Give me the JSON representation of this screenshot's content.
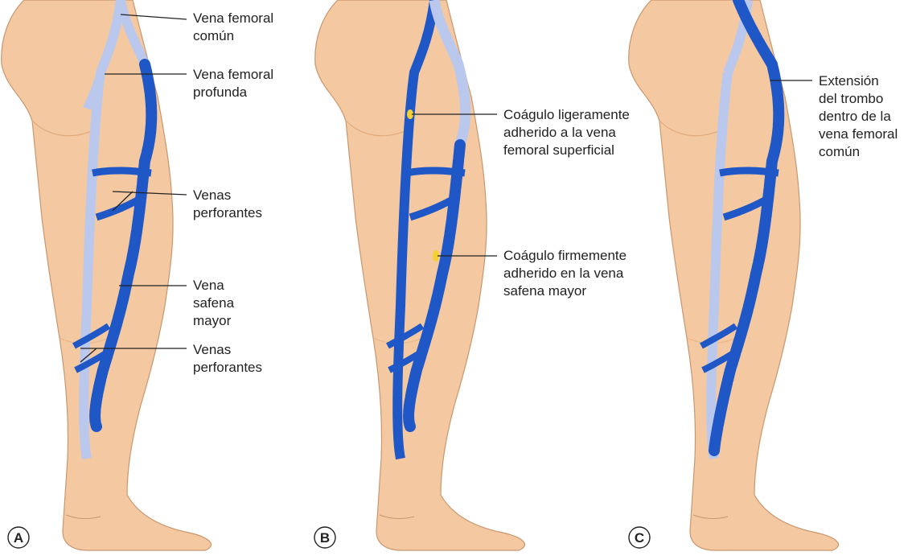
{
  "colors": {
    "skin": "#f4c9a2",
    "skin_shadow": "#e9b386",
    "skin_outline": "#c9966e",
    "vein_deep": "#1f57c7",
    "vein_pale": "#b9c8ec",
    "vein_outline": "#1a3f9a",
    "clot": "#f5d033",
    "leader": "#222222"
  },
  "panels": [
    {
      "letter": "A",
      "labels": [
        {
          "lines": [
            "Vena femoral",
            "común"
          ]
        },
        {
          "lines": [
            "Vena femoral",
            "profunda"
          ]
        },
        {
          "lines": [
            "Venas",
            "perforantes"
          ]
        },
        {
          "lines": [
            "Vena",
            "safena",
            "mayor"
          ]
        },
        {
          "lines": [
            "Venas",
            "perforantes"
          ]
        }
      ]
    },
    {
      "letter": "B",
      "labels": [
        {
          "lines": [
            "Coágulo ligeramente",
            "adherido a la vena",
            "femoral superficial"
          ]
        },
        {
          "lines": [
            "Coágulo firmemente",
            "adherido en la vena",
            "safena mayor"
          ]
        }
      ]
    },
    {
      "letter": "C",
      "labels": [
        {
          "lines": [
            "Extensión",
            "del trombo",
            "dentro de la",
            "vena femoral",
            "común"
          ]
        }
      ]
    }
  ]
}
